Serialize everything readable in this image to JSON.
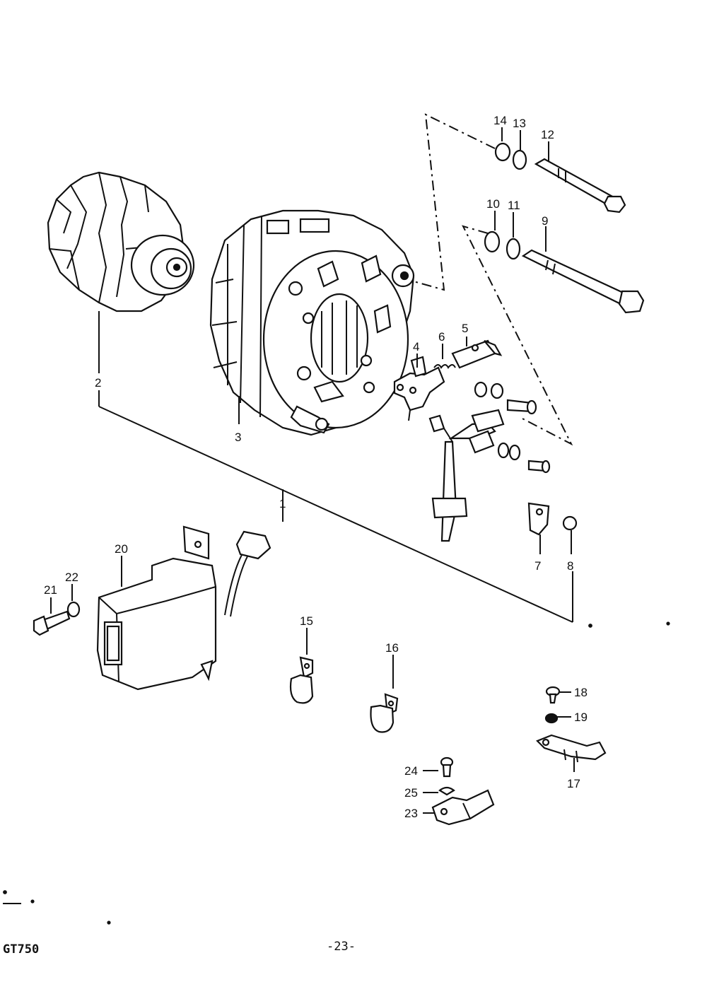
{
  "model": "GT750",
  "page": "-23-",
  "callouts": [
    "1",
    "2",
    "3",
    "4",
    "5",
    "6",
    "7",
    "8",
    "9",
    "10",
    "11",
    "12",
    "13",
    "14",
    "15",
    "16",
    "17",
    "18",
    "19",
    "20",
    "21",
    "22",
    "23",
    "24",
    "25"
  ]
}
